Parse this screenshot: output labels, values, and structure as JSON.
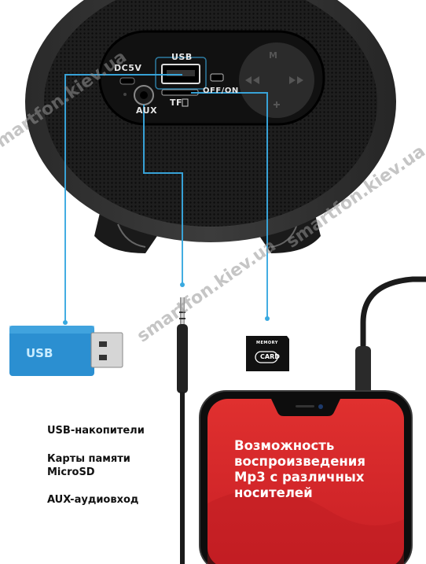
{
  "speaker": {
    "labels": {
      "dc": "DC5V",
      "usb": "USB",
      "switch": "OFF/ON",
      "tf": "TF",
      "aux": "AUX",
      "m": "M"
    }
  },
  "accessories": {
    "usb_stick_label": "USB",
    "card_top": "MEMORY",
    "card_main": "CARD"
  },
  "features": [
    "USB-накопители",
    "Карты памяти MicroSD",
    "AUX-аудиовход"
  ],
  "phone": {
    "screen_text": "Возможность воспроизведения Mp3 с различных носителей"
  },
  "watermark": "smartfon.kiev.ua",
  "colors": {
    "accent": "#1f8fc9",
    "phone_screen": "#d8262a",
    "usb_stick": "#2b8fd1"
  }
}
